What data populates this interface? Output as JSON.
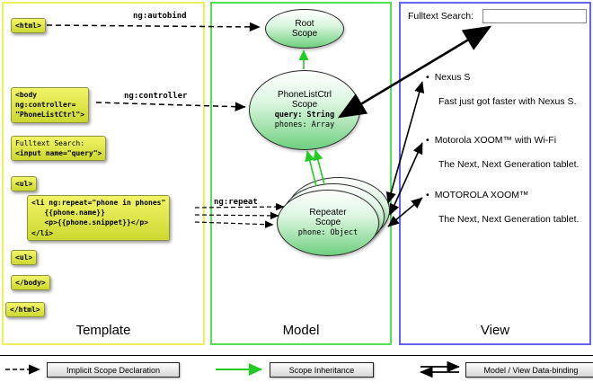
{
  "colors": {
    "template_border": "#f0ee5a",
    "model_border": "#55e055",
    "view_border": "#6262f0",
    "code_box_bg": "#e8ef4a",
    "scope_fill": "#6fcf7f",
    "inheritance_green": "#22cc22"
  },
  "columns": {
    "template_label": "Template",
    "model_label": "Model",
    "view_label": "View"
  },
  "template": {
    "html_open": "<html>",
    "body_open": "<body\nng:controller=\n\"PhoneListCtrl\">",
    "fulltext_label": "Fulltext Search:",
    "fulltext_input": "<input name=\"query\">",
    "ul_open": "<ul>",
    "li_repeat": "<li ng:repeat=\"phone in phones\"\n   {{phone.name}}\n   <p>{{phone.snippet}}</p>\n</li>",
    "ul_close": "<ul>",
    "body_close": "</body>",
    "html_close": "</html>"
  },
  "arrow_labels": {
    "autobind": "ng:autobind",
    "controller": "ng:controller",
    "repeat": "ng:repeat"
  },
  "model": {
    "root_scope_title": "Root\nScope",
    "phonelist_title": "PhoneListCtrl\nScope",
    "phonelist_query": "query: String",
    "phonelist_phones": "phones: Array",
    "repeater_title": "Repeater\nScope",
    "repeater_phone": "phone: Object"
  },
  "view": {
    "search_label": "Fulltext Search:",
    "search_value": "",
    "items": [
      {
        "title": "Nexus S",
        "desc": "Fast just got faster with Nexus S."
      },
      {
        "title": "Motorola XOOM™ with Wi-Fi",
        "desc": "The Next, Next Generation tablet."
      },
      {
        "title": "MOTOROLA XOOM™",
        "desc": "The Next, Next Generation tablet."
      }
    ]
  },
  "legend": {
    "implicit": "Implicit Scope Declaration",
    "inheritance": "Scope Inheritance",
    "databinding": "Model / View Data-binding"
  }
}
